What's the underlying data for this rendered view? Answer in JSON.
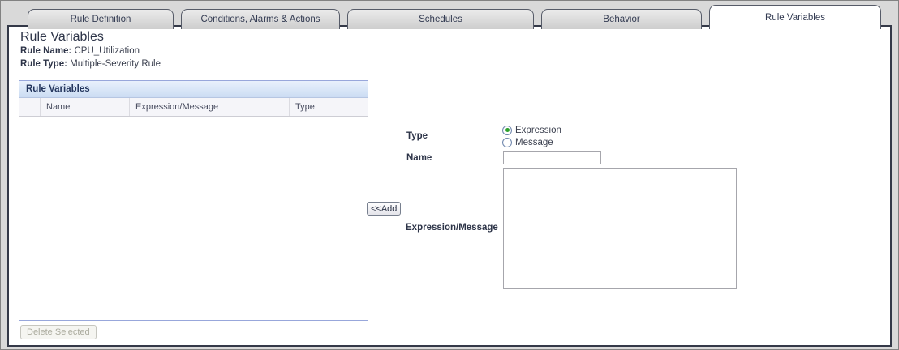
{
  "tabs": [
    {
      "label": "Rule Definition",
      "active": false
    },
    {
      "label": "Conditions, Alarms & Actions",
      "active": false
    },
    {
      "label": "Schedules",
      "active": false
    },
    {
      "label": "Behavior",
      "active": false
    },
    {
      "label": "Rule Variables",
      "active": true
    }
  ],
  "header": {
    "title": "Rule Variables",
    "rule_name_label": "Rule Name:",
    "rule_name_value": "CPU_Utilization",
    "rule_type_label": "Rule Type:",
    "rule_type_value": "Multiple-Severity Rule"
  },
  "variables_panel": {
    "title": "Rule Variables",
    "columns": [
      "",
      "Name",
      "Expression/Message",
      "Type"
    ],
    "rows": [],
    "delete_button_label": "Delete Selected",
    "delete_button_enabled": false
  },
  "form": {
    "type_label": "Type",
    "type_options": [
      {
        "label": "Expression",
        "selected": true
      },
      {
        "label": "Message",
        "selected": false
      }
    ],
    "name_label": "Name",
    "name_value": "",
    "add_button_label": "<<Add",
    "expression_label": "Expression/Message",
    "expression_value": ""
  },
  "colors": {
    "panel_header_bg": "#d9e5f6",
    "panel_border": "#98a7db",
    "tab_bg": "#d4d4d4",
    "tab_border": "#565b68",
    "content_border": "#343948",
    "text_navy": "#2d3448",
    "radio_selected_dot": "#2ea12e",
    "disabled_text": "#abab9e"
  }
}
